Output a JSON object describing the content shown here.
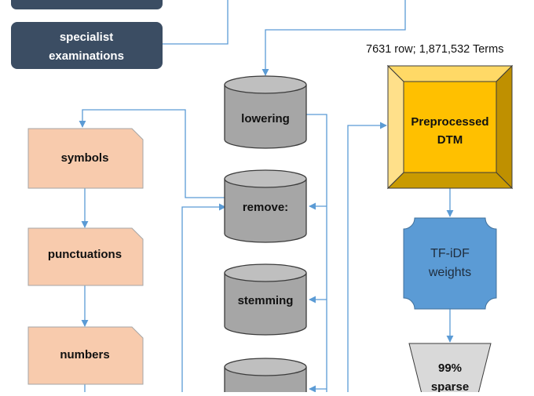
{
  "header_boxes": {
    "specialist": {
      "line1": "specialist",
      "line2": "examinations"
    }
  },
  "dtm_caption": "7631 row; 1,871,532 Terms",
  "cylinders": {
    "lowering": "lowering",
    "remove": "remove:",
    "stemming": "stemming"
  },
  "remove_items": {
    "symbols": "symbols",
    "punctuations": "punctuations",
    "numbers": "numbers"
  },
  "dtm_box": {
    "line1": "Preprocessed",
    "line2": "DTM"
  },
  "tfidf": {
    "line1": "TF-iDF",
    "line2": "weights"
  },
  "sparse": {
    "line1": "99%",
    "line2": "sparse"
  },
  "colors": {
    "navy": "#3b4d63",
    "peach": "#f8cbad",
    "gray_cylinder": "#a6a6a6",
    "gold": "#ffc000",
    "blue": "#5b9bd5",
    "light_gray": "#d9d9d9"
  }
}
